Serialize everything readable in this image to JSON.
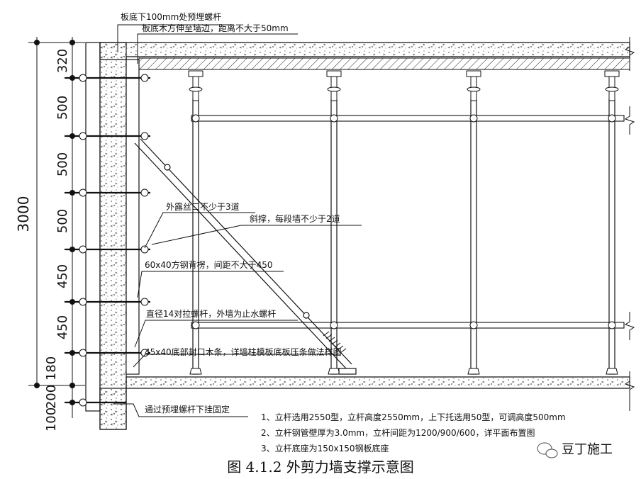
{
  "annotations": {
    "bolt_embed": "板底下100mm处预埋螺杆",
    "timber_extend": "板底木方伸至墙边，距离不大于50mm",
    "exposed_thread": "外露丝口不少于3道",
    "diagonal_brace": "斜撑，每段墙不少于2道",
    "steel_back": "60x40方钢背楞，间距不大于450",
    "tie_bolt": "直径14对拉螺杆，外墙为止水螺杆",
    "bottom_timber": "45x40底部封口木条，详墙柱模板底板压条做法样图",
    "hang_fix": "通过预埋螺杆下挂固定"
  },
  "dimensions": {
    "total": "3000",
    "segments": [
      "320",
      "500",
      "500",
      "500",
      "450",
      "450",
      "180",
      "200",
      "100"
    ]
  },
  "notes": [
    "1、立杆选用2550型，立杆高度2550mm，上下托选用50型，可调高度500mm",
    "2、立杆钢管壁厚为3.0mm，立杆间距为1200/900/600，详平面布置图",
    "3、立杆底座为150x150钢板底座"
  ],
  "caption": "图 4.1.2   外剪力墙支撑示意图",
  "brand": "豆丁施工"
}
